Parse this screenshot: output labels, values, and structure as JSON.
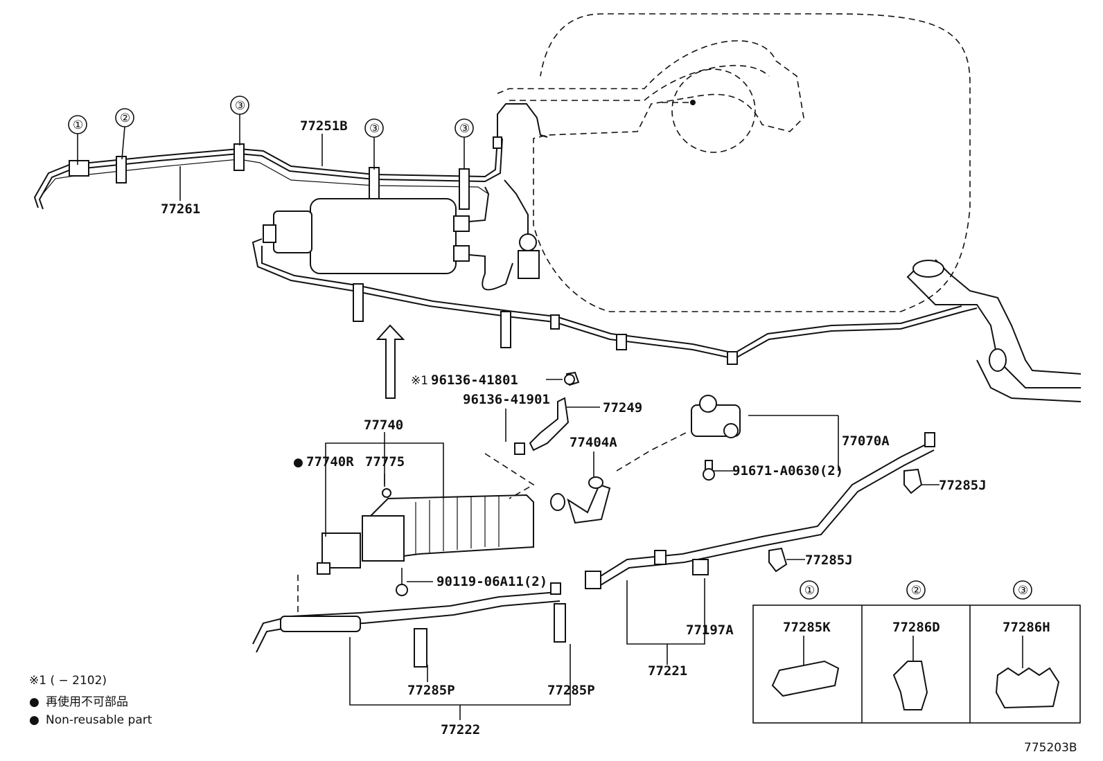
{
  "callouts": {
    "c1": "①",
    "c2": "②",
    "c3": "③"
  },
  "labels": {
    "p77251B": "77251B",
    "p77261": "77261",
    "p96136_41801": "96136-41801",
    "p96136_41901": "96136-41901",
    "p77249": "77249",
    "p77740": "77740",
    "p77740R": "77740R",
    "p77775": "77775",
    "p77404A": "77404A",
    "p77070A": "77070A",
    "p91671": "91671-A0630(2)",
    "p77285J_a": "77285J",
    "p77285J_b": "77285J",
    "p90119": "90119-06A11(2)",
    "p77197A": "77197A",
    "p77221": "77221",
    "p77285P_a": "77285P",
    "p77285P_b": "77285P",
    "p77222": "77222",
    "p77285K": "77285K",
    "p77286D": "77286D",
    "p77286H": "77286H"
  },
  "marks": {
    "ref_mark": "※1",
    "nonreusable_dot": "●"
  },
  "notes": {
    "ref_note": "※1 (      − 2102)",
    "jp_note": "再使用不可部品",
    "en_note": "Non-reusable part"
  },
  "diagram_id": "775203B"
}
